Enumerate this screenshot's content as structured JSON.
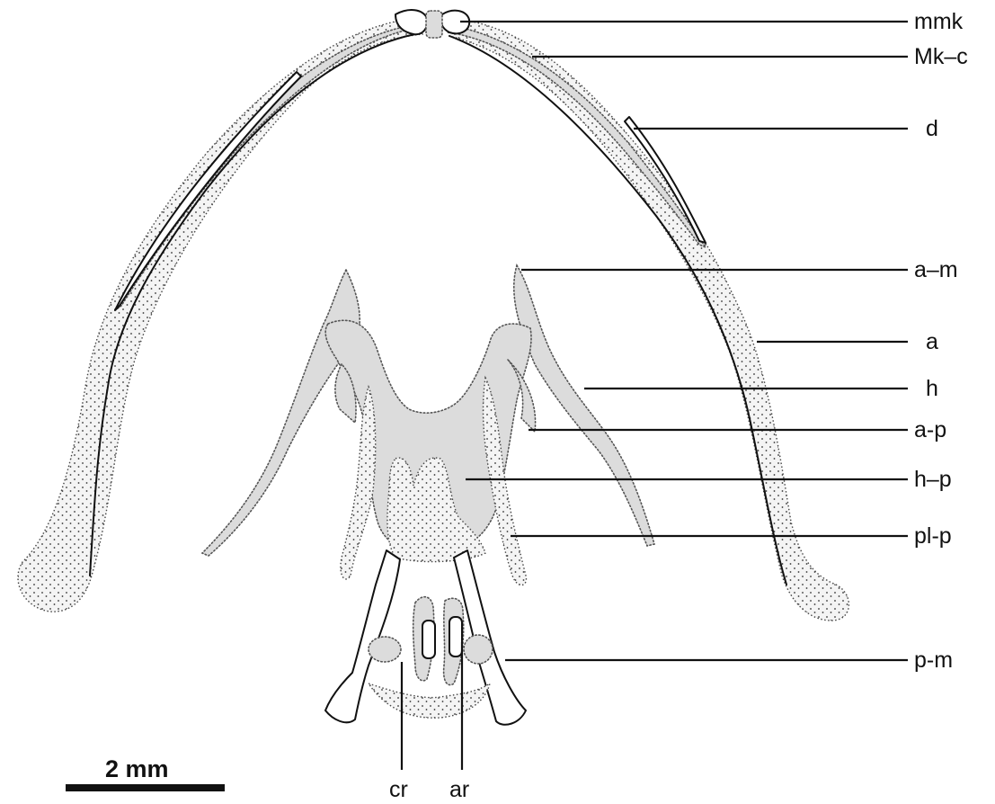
{
  "labels": {
    "mmk": "mmk",
    "mk_c": "Mk–c",
    "d": "d",
    "a_m": "a–m",
    "a": "a",
    "h": "h",
    "a_p": "a-p",
    "h_p": "h–p",
    "pl_p": "pl-p",
    "p_m": "p-m",
    "cr": "cr",
    "ar": "ar"
  },
  "scale_bar": {
    "label": "2 mm"
  },
  "colors": {
    "ink": "#111111",
    "cartilage": "#dcdcdc",
    "background": "#ffffff"
  }
}
